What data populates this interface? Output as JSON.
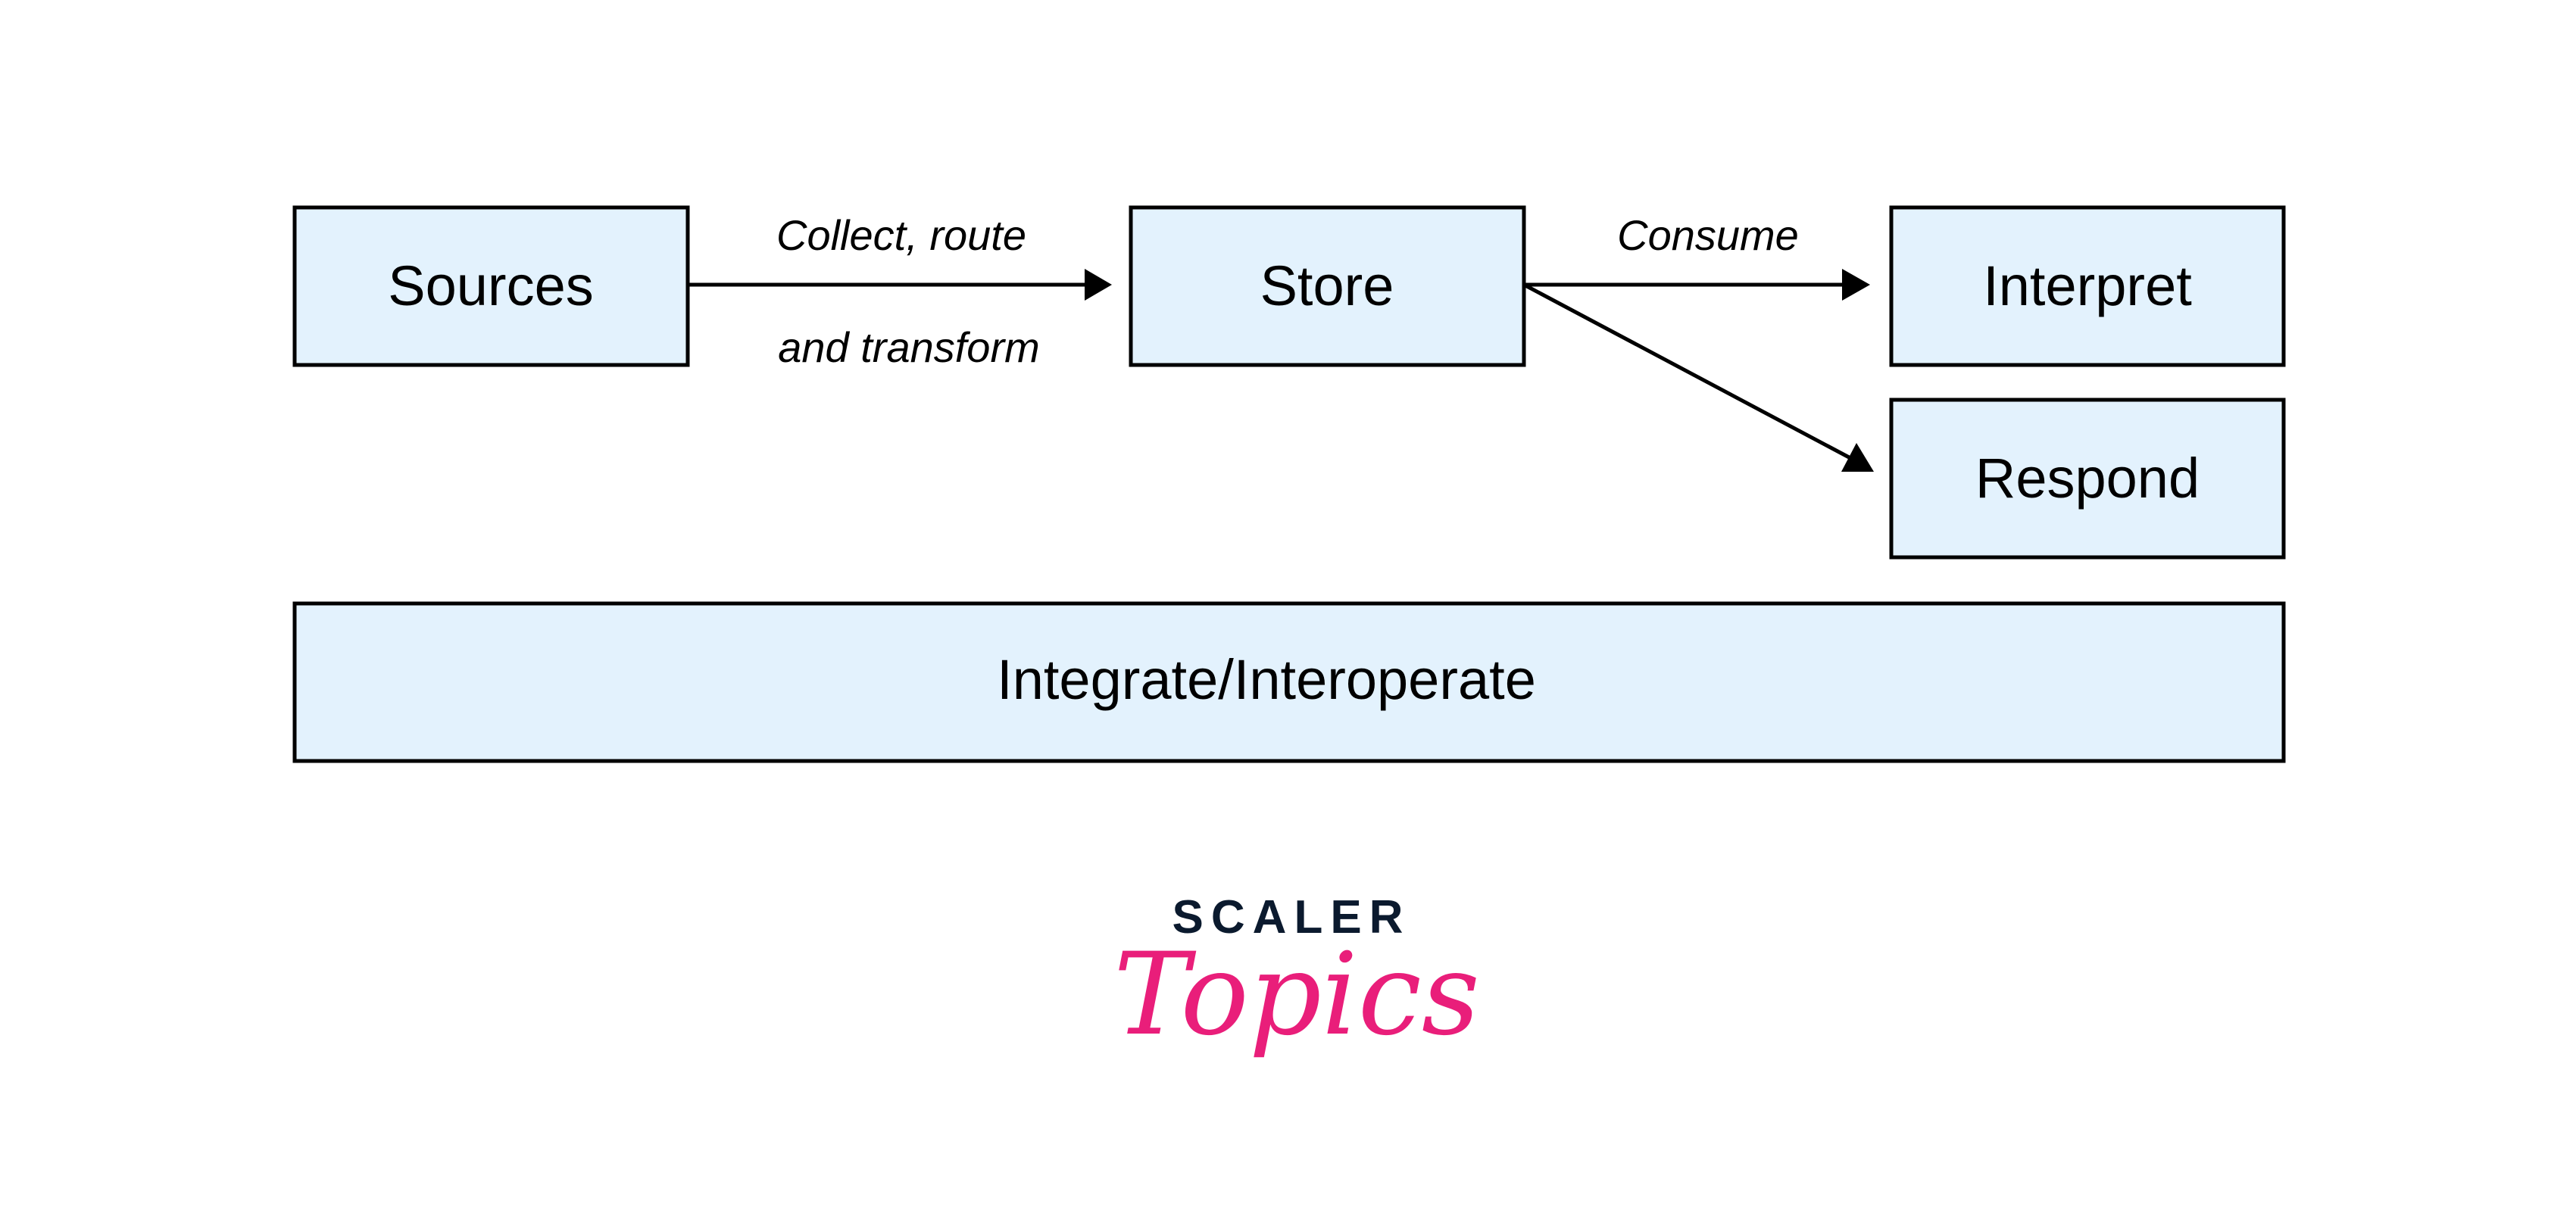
{
  "diagram": {
    "nodes": {
      "sources": {
        "label": "Sources"
      },
      "store": {
        "label": "Store"
      },
      "interpret": {
        "label": "Interpret"
      },
      "respond": {
        "label": "Respond"
      },
      "integrate": {
        "label": "Integrate/Interoperate"
      }
    },
    "edges": [
      {
        "from": "Sources",
        "to": "Store",
        "label_line1": "Collect, route",
        "label_line2": "and transform"
      },
      {
        "from": "Store",
        "to": "Interpret",
        "label_line1": "Consume"
      },
      {
        "from": "Store",
        "to": "Respond"
      }
    ],
    "colors": {
      "box_fill": "#e3f2fd",
      "stroke": "#000000"
    }
  },
  "logo": {
    "top": "SCALER",
    "bottom": "Topics",
    "colors": {
      "top": "#0b1a2e",
      "bottom": "#e91e7a"
    }
  }
}
